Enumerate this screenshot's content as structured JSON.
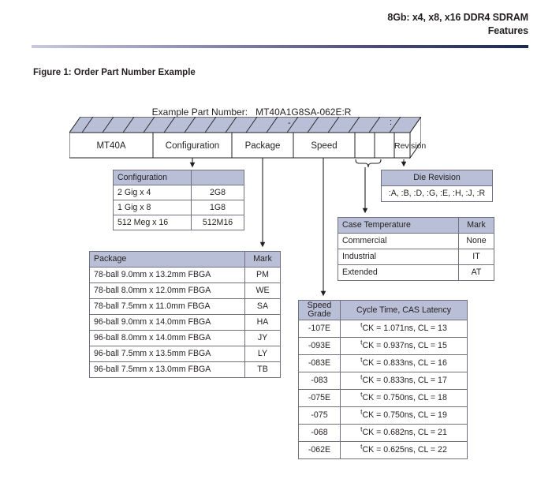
{
  "header": {
    "line1": "8Gb: x4, x8, x16 DDR4 SDRAM",
    "line2": "Features"
  },
  "figure": {
    "title": "Figure 1: Order Part Number Example",
    "example_label": "Example Part Number:",
    "example_value": "MT40A1G8SA-062E:R"
  },
  "banner": {
    "cells": [
      {
        "label": "MT40A"
      },
      {
        "label": "Configuration"
      },
      {
        "label": "Package"
      },
      {
        "label": "Speed"
      },
      {
        "label": ""
      },
      {
        "label": ""
      },
      {
        "label": "Revision"
      }
    ],
    "separator_dash": "-",
    "separator_colon": ":"
  },
  "tables": {
    "configuration": {
      "headers": [
        "Configuration",
        ""
      ],
      "rows": [
        [
          "2 Gig x 4",
          "2G8"
        ],
        [
          "1 Gig x 8",
          "1G8"
        ],
        [
          "512 Meg x 16",
          "512M16"
        ]
      ]
    },
    "package": {
      "headers": [
        "Package",
        "Mark"
      ],
      "rows": [
        [
          "78-ball 9.0mm x 13.2mm FBGA",
          "PM"
        ],
        [
          "78-ball 8.0mm x 12.0mm FBGA",
          "WE"
        ],
        [
          "78-ball 7.5mm x 11.0mm FBGA",
          "SA"
        ],
        [
          "96-ball 9.0mm x 14.0mm FBGA",
          "HA"
        ],
        [
          "96-ball 8.0mm x 14.0mm FBGA",
          "JY"
        ],
        [
          "96-ball 7.5mm x 13.5mm FBGA",
          "LY"
        ],
        [
          "96-ball 7.5mm x 13.0mm FBGA",
          "TB"
        ]
      ]
    },
    "case_temperature": {
      "headers": [
        "Case Temperature",
        "Mark"
      ],
      "rows": [
        [
          "Commercial",
          "None"
        ],
        [
          "Industrial",
          "IT"
        ],
        [
          "Extended",
          "AT"
        ]
      ]
    },
    "die_revision": {
      "header": "Die Revision",
      "values": ":A, :B, :D, :G, :E, :H, :J, :R"
    },
    "speed_grade": {
      "headers": [
        "Speed Grade",
        "Cycle Time, CAS Latency"
      ],
      "rows": [
        {
          "grade": "-107E",
          "tck": "1.071ns",
          "cl": "13"
        },
        {
          "grade": "-093E",
          "tck": "0.937ns",
          "cl": "15"
        },
        {
          "grade": "-083E",
          "tck": "0.833ns",
          "cl": "16"
        },
        {
          "grade": "-083",
          "tck": "0.833ns",
          "cl": "17"
        },
        {
          "grade": "-075E",
          "tck": "0.750ns",
          "cl": "18"
        },
        {
          "grade": "-075",
          "tck": "0.750ns",
          "cl": "19"
        },
        {
          "grade": "-068",
          "tck": "0.682ns",
          "cl": "21"
        },
        {
          "grade": "-062E",
          "tck": "0.625ns",
          "cl": "22"
        }
      ]
    }
  },
  "colors": {
    "header_fill": "#b9bfd6",
    "border": "#6f7080",
    "text": "#231f20",
    "rule_dark": "#1b2a52"
  }
}
